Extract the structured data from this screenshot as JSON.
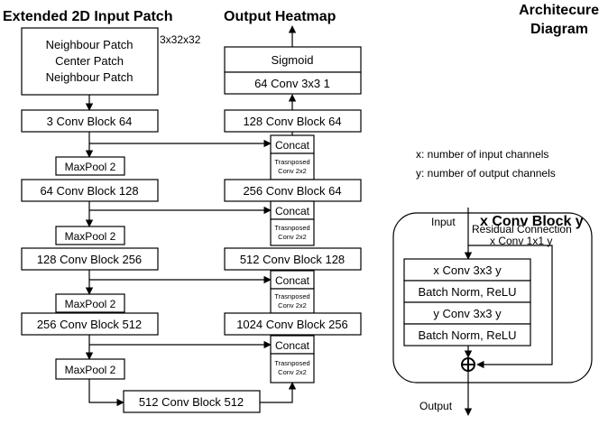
{
  "headings": {
    "left": "Extended 2D Input Patch",
    "mid": "Output Heatmap",
    "right_line1": "Architecure",
    "right_line2": "Diagram"
  },
  "input_patch": {
    "line1": "Neighbour Patch",
    "line2": "Center Patch",
    "line3": "Neighbour Patch",
    "shape": "3x32x32"
  },
  "encoder": {
    "blocks": [
      "3 Conv Block 64",
      "64 Conv Block 128",
      "128 Conv Block 256",
      "256 Conv Block 512"
    ],
    "pools": [
      "MaxPool 2",
      "MaxPool 2",
      "MaxPool 2",
      "MaxPool 2"
    ],
    "bottleneck": "512 Conv Block 512"
  },
  "decoder": {
    "sigmoid": "Sigmoid",
    "final_conv": "64 Conv 3x3 1",
    "blocks": [
      "128 Conv Block 64",
      "256 Conv Block 64",
      "512 Conv Block 128",
      "1024 Conv Block 256"
    ],
    "concat": "Concat",
    "transposed_line1": "Trasnposed",
    "transposed_line2": "Conv 2x2"
  },
  "legend": {
    "x_desc": "x: number of input channels",
    "y_desc": "y: number of output channels",
    "title": "x Conv Block y",
    "input": "Input",
    "output": "Output",
    "residual_line1": "Residual Connection",
    "residual_line2": "x Conv 1x1 y",
    "layers": [
      "x Conv 3x3 y",
      "Batch Norm, ReLU",
      "y Conv 3x3 y",
      "Batch Norm, ReLU"
    ]
  }
}
